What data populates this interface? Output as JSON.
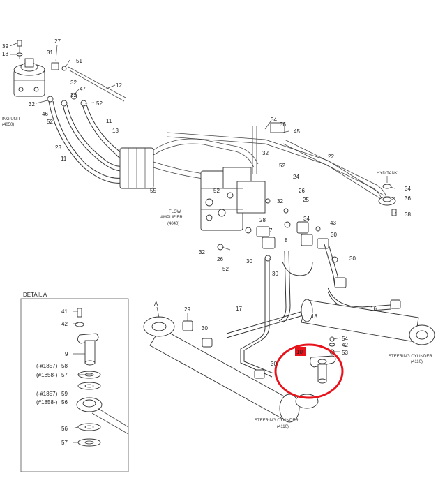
{
  "captions": {
    "steering_unit": "ING UNIT",
    "steering_unit_code": "(4050)",
    "flow_amplifier": "FLOW",
    "flow_amplifier_2": "AMPLIFIER",
    "flow_amplifier_code": "(4040)",
    "hyd_tank": "HYD TANK",
    "detail_a": "DETAIL A",
    "steering_cyl_right": "STEERING CYLINDER",
    "steering_cyl_right_code": "(4110)",
    "steering_cyl_bottom": "STEERING CYLINDER",
    "steering_cyl_bottom_code": "(4110)",
    "view_a": "A"
  },
  "detail_labels": {
    "p58a": "(-#1857)",
    "p57a": "(#1858-)",
    "p59": "(-#1857)",
    "p56a": "(#1858-)"
  },
  "highlight": {
    "label": "10",
    "color": "#e8121b"
  },
  "parts": {
    "p39": "39",
    "p18": "18",
    "p27": "27",
    "p31": "31",
    "p51": "51",
    "p12": "12",
    "p32a": "32",
    "p47": "47",
    "p32b": "32",
    "p52a": "52",
    "p32c": "32",
    "p46": "46",
    "p52b": "52",
    "p11a": "11",
    "p13": "13",
    "p23": "23",
    "p11b": "11",
    "p55": "55",
    "p34a": "34",
    "p36a": "36",
    "p45": "45",
    "p22": "22",
    "p32d": "32",
    "p52c": "52",
    "p24": "24",
    "p52d": "52",
    "p26a": "26",
    "p32e": "32",
    "p25": "25",
    "p28": "28",
    "p34b": "34",
    "p36b": "36",
    "p38": "38",
    "p34c": "34",
    "p43": "43",
    "p7": "7",
    "p8": "8",
    "p30a": "30",
    "p32f": "32",
    "p26b": "26",
    "p52e": "52",
    "p30b": "30",
    "p30c": "30",
    "p30d": "30",
    "p16": "16",
    "p17": "17",
    "p29": "29",
    "p30e": "30",
    "p18b": "18",
    "p54": "54",
    "p42": "42",
    "p53": "53",
    "p30f": "30",
    "p41": "41",
    "p42d": "42",
    "p9": "9",
    "p58": "58",
    "p57": "57",
    "p59": "59",
    "p56": "56",
    "p56b": "56",
    "p57b": "57"
  }
}
